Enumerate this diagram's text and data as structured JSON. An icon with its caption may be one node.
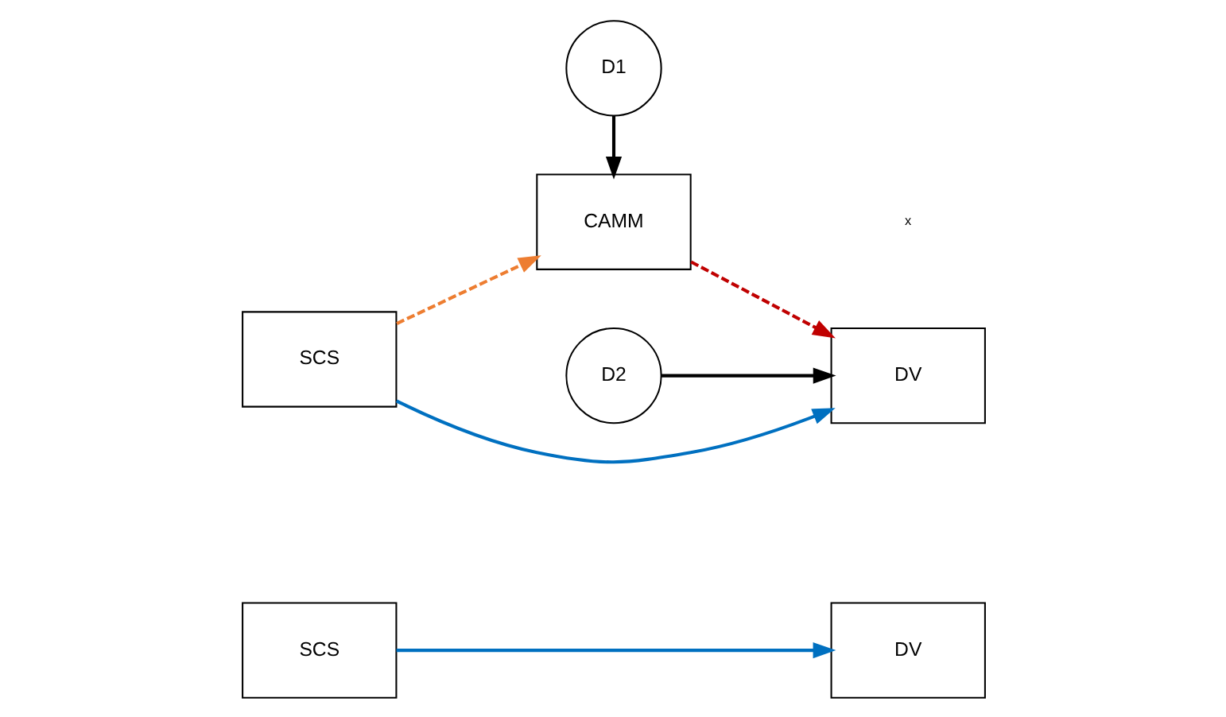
{
  "diagram": {
    "nodes": [
      {
        "text": [
          "SCS"
        ]
      },
      {
        "text": [
          "DV"
        ]
      },
      {
        "text": [
          "D1"
        ]
      },
      {
        "text": [
          "CAMM"
        ]
      },
      {
        "text": [
          "D2"
        ]
      },
      {
        "text": [
          "SCS"
        ]
      },
      {
        "text": [
          "DV"
        ]
      }
    ],
    "edges": [
      {
        "from": 0,
        "to": 1,
        "arrow": "to",
        "color": "#0070c0"
      },
      {
        "from": 2,
        "to": 3,
        "arrow": "to",
        "color": "#000000"
      },
      {
        "from": 5,
        "to": 3,
        "arrow": "to",
        "style": "dashed",
        "color": "#ed7d31"
      },
      {
        "from": 3,
        "to": 6,
        "arrow": "to",
        "style": "dashed",
        "color": "#c00000"
      },
      {
        "from": 4,
        "to": 6,
        "arrow": "to",
        "color": "#000000"
      },
      {
        "from": 5,
        "to": 6,
        "arrow": "to",
        "color": "#0070c0"
      }
    ],
    "labels": [
      "x"
    ]
  }
}
